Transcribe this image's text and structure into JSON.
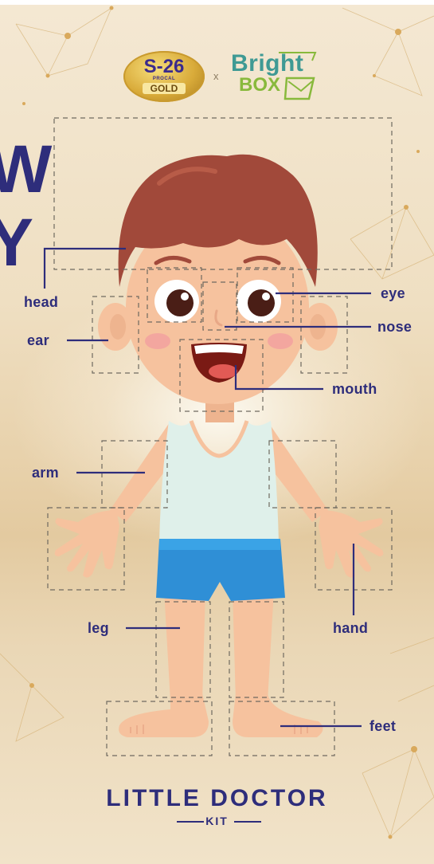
{
  "brand": {
    "s26_main": "S-26",
    "s26_sub": "PROCAL",
    "s26_gold": "GOLD",
    "separator": "x",
    "partner_line1": "Bright",
    "partner_line2": "BOX"
  },
  "cut_off_letters": [
    "W",
    "Y"
  ],
  "labels": {
    "head": "head",
    "ear": "ear",
    "eye": "eye",
    "nose": "nose",
    "mouth": "mouth",
    "arm": "arm",
    "hand": "hand",
    "leg": "leg",
    "feet": "feet"
  },
  "footer": {
    "title": "LITTLE DOCTOR",
    "subtitle": "KIT"
  },
  "colors": {
    "navy": "#2e2d7b",
    "hair": "#a1493a",
    "skin": "#f6c29e",
    "tank_top": "#dff0ea",
    "shorts": "#2f8fd6",
    "gold": "#d9ab3a",
    "bright_teal": "#3f9a94",
    "bright_green": "#88b93c"
  }
}
